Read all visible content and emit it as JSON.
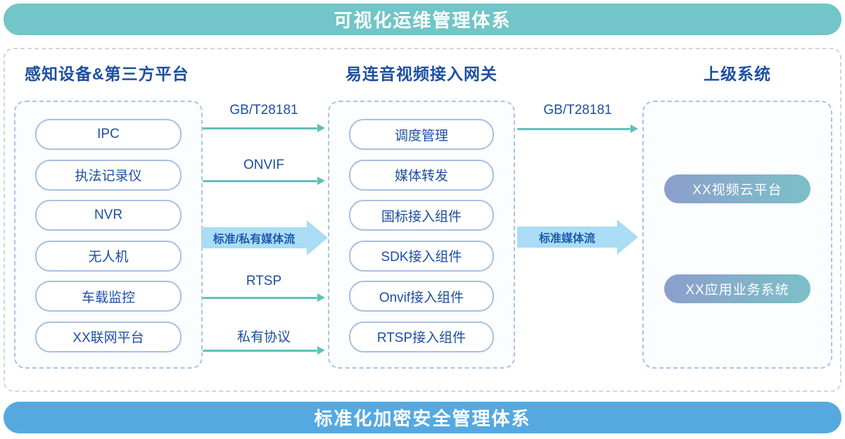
{
  "banners": {
    "top": "可视化运维管理体系",
    "bottom": "标准化加密安全管理体系"
  },
  "columns": {
    "devices": {
      "title": "感知设备&第三方平台",
      "items": [
        "IPC",
        "执法记录仪",
        "NVR",
        "无人机",
        "车载监控",
        "XX联网平台"
      ]
    },
    "gateway": {
      "title": "易连音视频接入网关",
      "items": [
        "调度管理",
        "媒体转发",
        "国标接入组件",
        "SDK接入组件",
        "Onvif接入组件",
        "RTSP接入组件"
      ]
    },
    "upper": {
      "title": "上级系统",
      "items": [
        "XX视频云平台",
        "XX应用业务系统"
      ]
    }
  },
  "connections": {
    "left_to_gateway": [
      {
        "label": "GB/T28181",
        "type": "thin"
      },
      {
        "label": "ONVIF",
        "type": "thin"
      },
      {
        "label": "标准/私有媒体流",
        "type": "thick"
      },
      {
        "label": "RTSP",
        "type": "thin"
      },
      {
        "label": "私有协议",
        "type": "thin"
      }
    ],
    "gateway_to_upper": [
      {
        "label": "GB/T28181",
        "type": "thin"
      },
      {
        "label": "标准媒体流",
        "type": "thick"
      }
    ]
  },
  "colors": {
    "top_banner_bg": "#72c5c8",
    "bottom_banner_bg": "#55a9e0",
    "primary_text": "#1d4fa1",
    "pill_border": "#a9bfe2",
    "box_border": "#a9c4e6",
    "outer_border": "#cdd7e3",
    "thin_arrow": "#5fc0ba",
    "thick_arrow_bg": "#aadcf5",
    "thick_arrow_text": "#1c5cab",
    "gradient_pill_start": "#8c9ecb",
    "gradient_pill_end": "#7bc0c8"
  }
}
